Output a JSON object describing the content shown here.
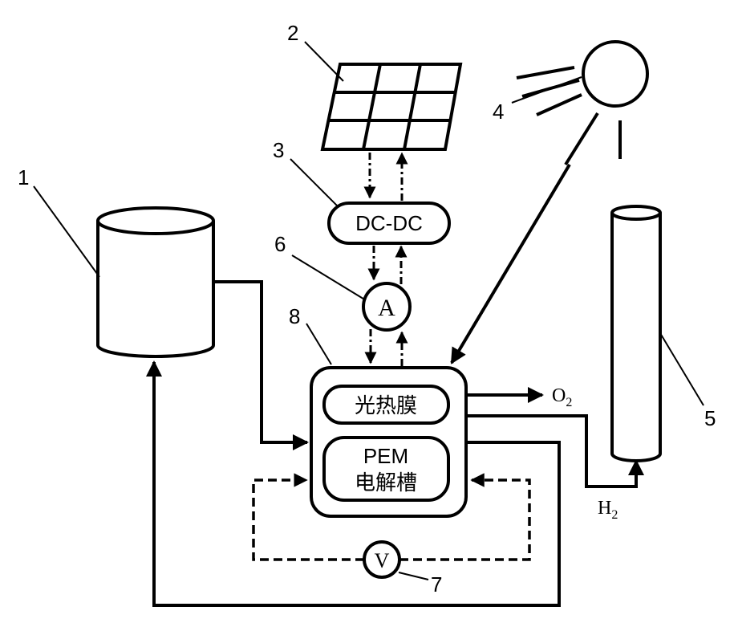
{
  "labels": {
    "n1": "1",
    "n2": "2",
    "n3": "3",
    "n4": "4",
    "n5": "5",
    "n6": "6",
    "n7": "7",
    "n8": "8"
  },
  "components": {
    "dcdc": "DC-DC",
    "ammeter": "A",
    "voltmeter": "V",
    "film": "光热膜",
    "pem_line1": "PEM",
    "pem_line2": "电解槽"
  },
  "gases": {
    "o2_main": "O",
    "o2_sub": "2",
    "h2_main": "H",
    "h2_sub": "2"
  }
}
